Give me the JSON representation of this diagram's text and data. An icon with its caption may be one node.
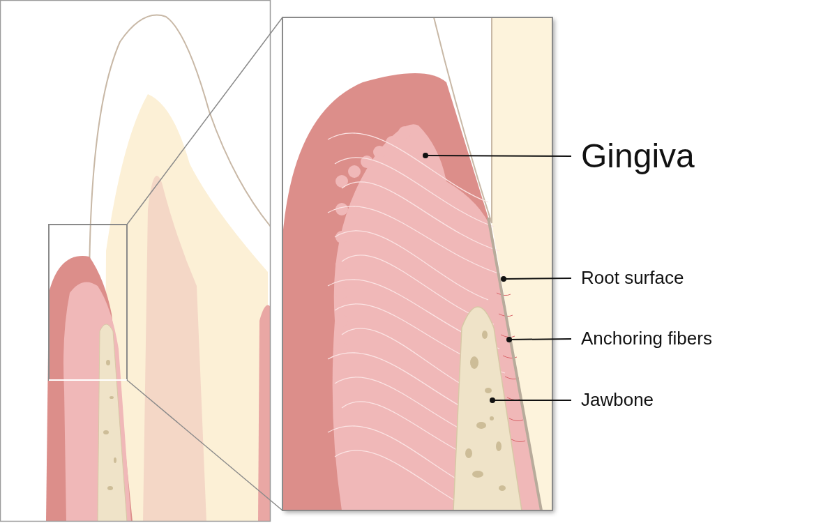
{
  "diagram": {
    "nodes": [
      {
        "text": [
          "Gingiva"
        ]
      },
      {
        "text": [
          "Root surface"
        ]
      },
      {
        "text": [
          "Anchoring fibers"
        ]
      },
      {
        "text": [
          "Jawbone"
        ]
      }
    ],
    "edges": [
      {
        "from": 0,
        "to": null,
        "arrow": "other"
      },
      {
        "from": 1,
        "to": null,
        "arrow": "other"
      },
      {
        "from": 2,
        "to": null,
        "arrow": "other"
      },
      {
        "from": 3,
        "to": null,
        "arrow": "other"
      }
    ]
  }
}
